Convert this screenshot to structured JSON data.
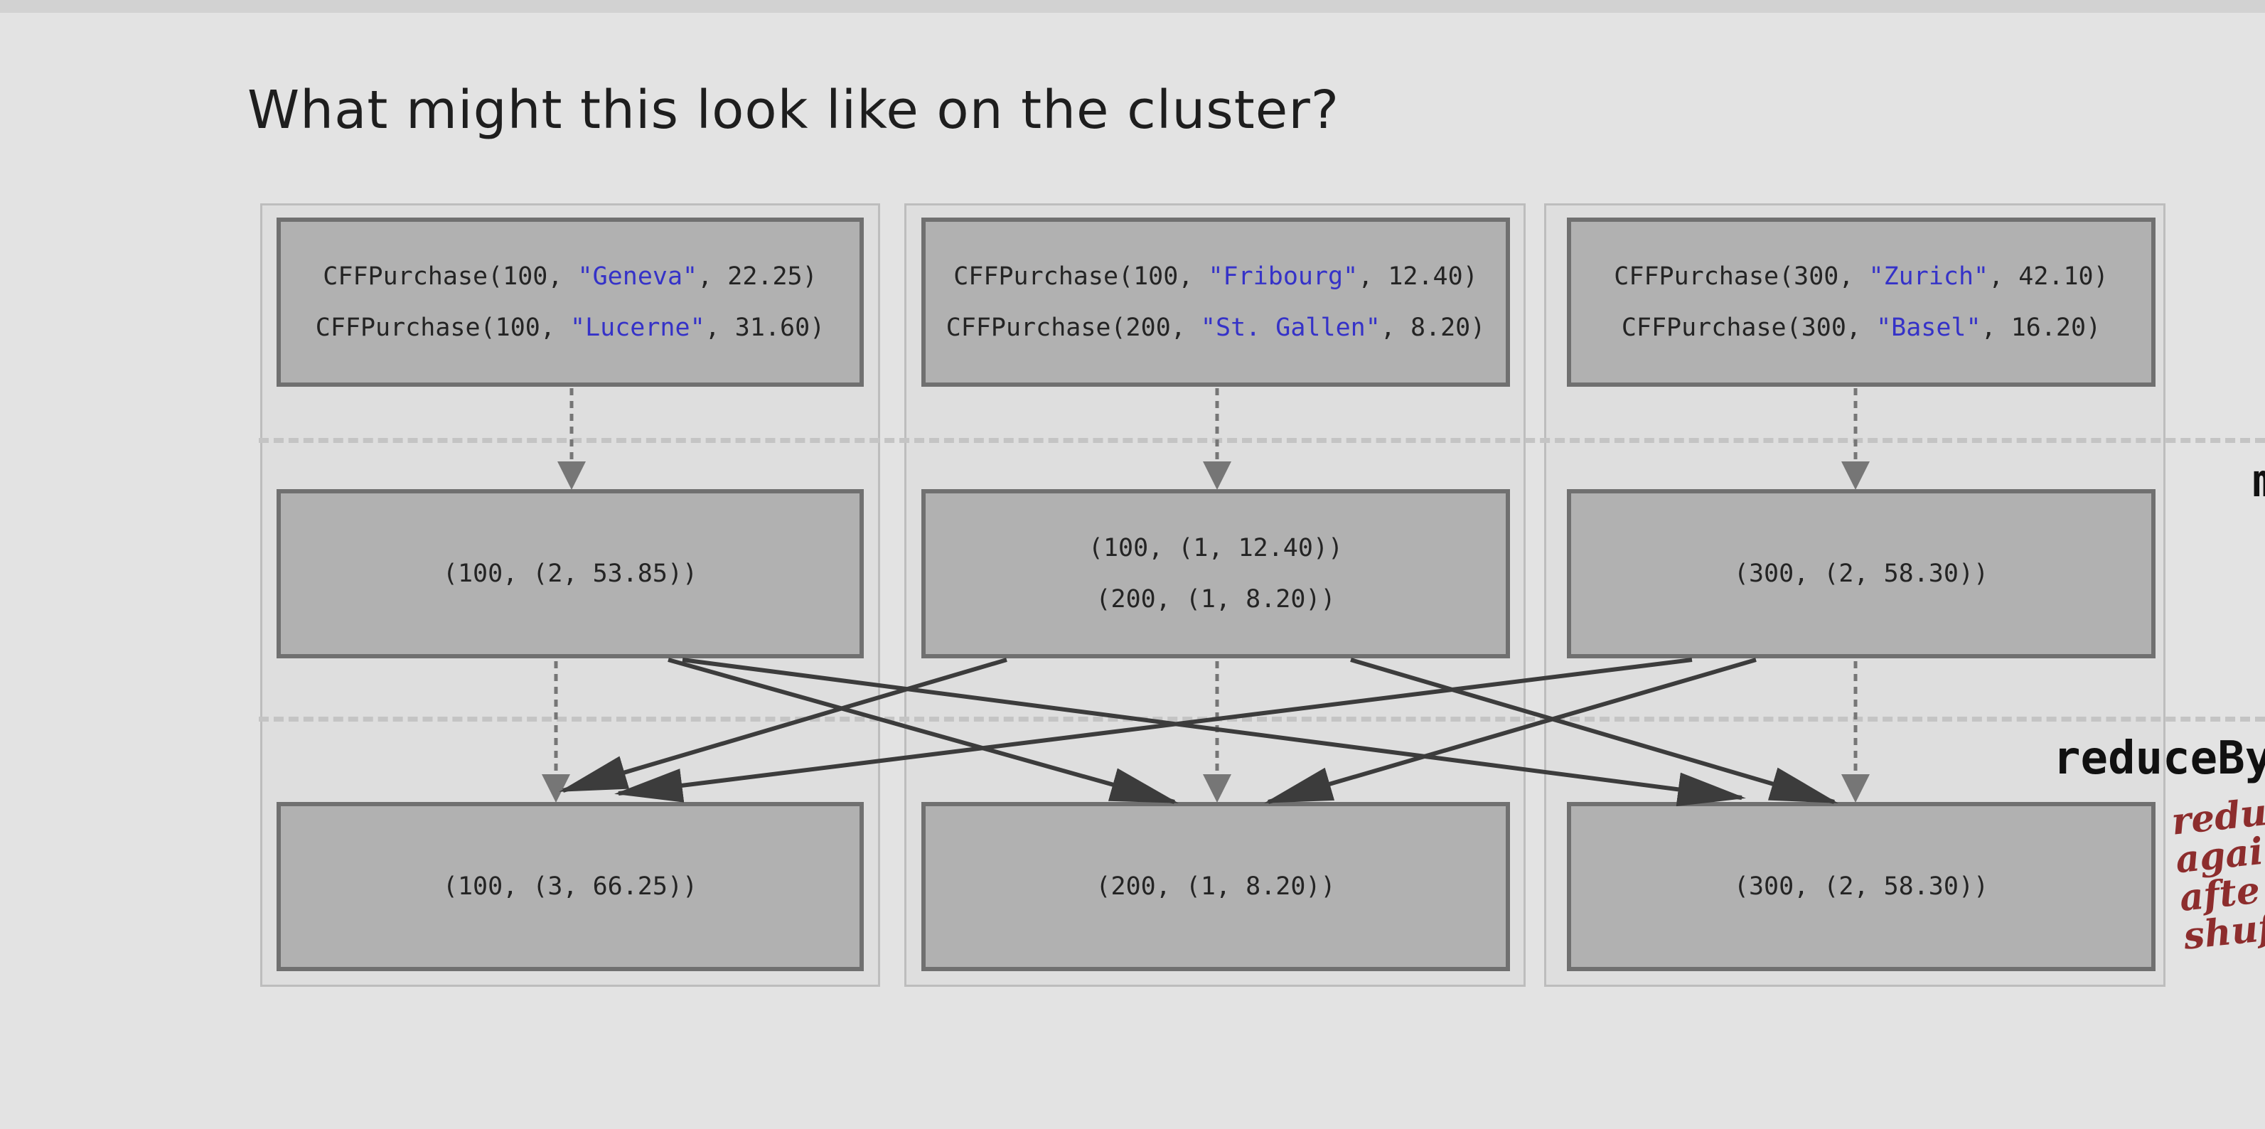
{
  "slide": {
    "title": "What might this look like on the cluster?"
  },
  "input_nodes": [
    {
      "lines": [
        [
          "CFFPurchase(100, ",
          "\"Geneva\"",
          ", 22.25)"
        ],
        [
          "CFFPurchase(100, ",
          "\"Lucerne\"",
          ", 31.60)"
        ]
      ]
    },
    {
      "lines": [
        [
          "CFFPurchase(100, ",
          "\"Fribourg\"",
          ", 12.40)"
        ],
        [
          "CFFPurchase(200, ",
          "\"St. Gallen\"",
          ", 8.20)"
        ]
      ]
    },
    {
      "lines": [
        [
          "CFFPurchase(300, ",
          "\"Zurich\"",
          ", 42.10)"
        ],
        [
          "CFFPurchase(300, ",
          "\"Basel\"",
          ", 16.20)"
        ]
      ]
    }
  ],
  "map_nodes": [
    {
      "lines": [
        "(100, (2, 53.85))"
      ]
    },
    {
      "lines": [
        "(100, (1, 12.40))",
        "(200, (1, 8.20))"
      ]
    },
    {
      "lines": [
        "(300, (2, 58.30))"
      ]
    }
  ],
  "reduce_nodes": [
    {
      "lines": [
        "(100, (3, 66.25))"
      ]
    },
    {
      "lines": [
        "(200, (1, 8.20))"
      ]
    },
    {
      "lines": [
        "(300, (2, 58.30))"
      ]
    }
  ],
  "labels": {
    "map_stage": "m",
    "reduce_stage": "reduceBy",
    "handwritten_note": [
      "reduc",
      "agair",
      "afte",
      "shuf"
    ]
  },
  "colors": {
    "background": "#e3e3e3",
    "node_fill": "#b1b1b1",
    "node_border": "#707070",
    "string_literal": "#3532c8",
    "shuffle_arrow": "#3c3c3c",
    "local_arrow": "#767676",
    "note": "#8d2d2d"
  }
}
